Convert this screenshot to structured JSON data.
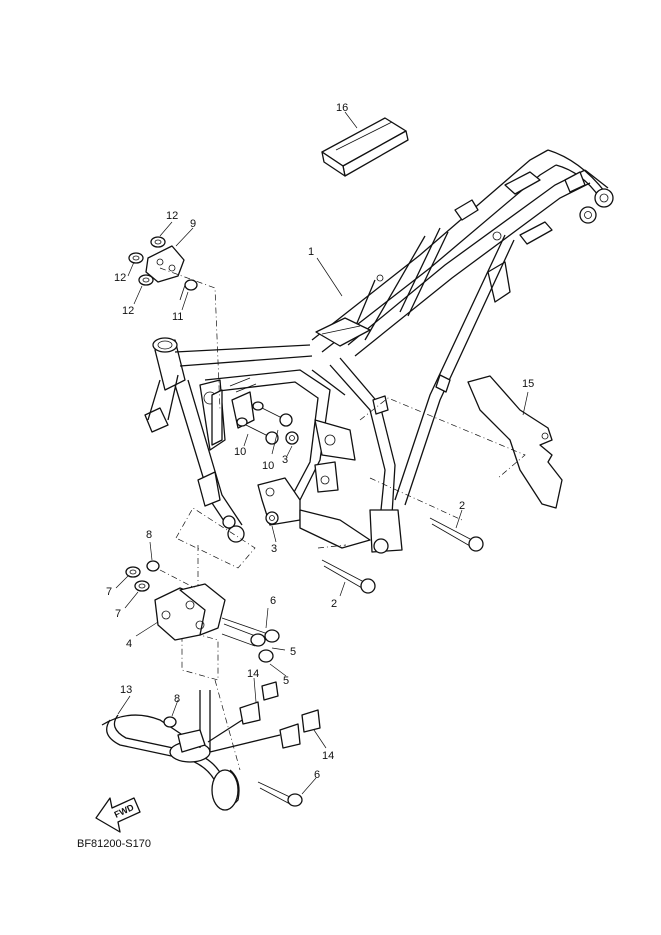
{
  "diagram_code": "BF81200-S170",
  "fwd_label": "FWD",
  "callouts": {
    "c1": "1",
    "c2a": "2",
    "c2b": "2",
    "c3a": "3",
    "c3b": "3",
    "c4": "4",
    "c5a": "5",
    "c5b": "5",
    "c6a": "6",
    "c6b": "6",
    "c7a": "7",
    "c7b": "7",
    "c8a": "8",
    "c8b": "8",
    "c9": "9",
    "c10a": "10",
    "c10b": "10",
    "c11": "11",
    "c12a": "12",
    "c12b": "12",
    "c12c": "12",
    "c13": "13",
    "c14a": "14",
    "c14b": "14",
    "c15": "15",
    "c16": "16"
  }
}
